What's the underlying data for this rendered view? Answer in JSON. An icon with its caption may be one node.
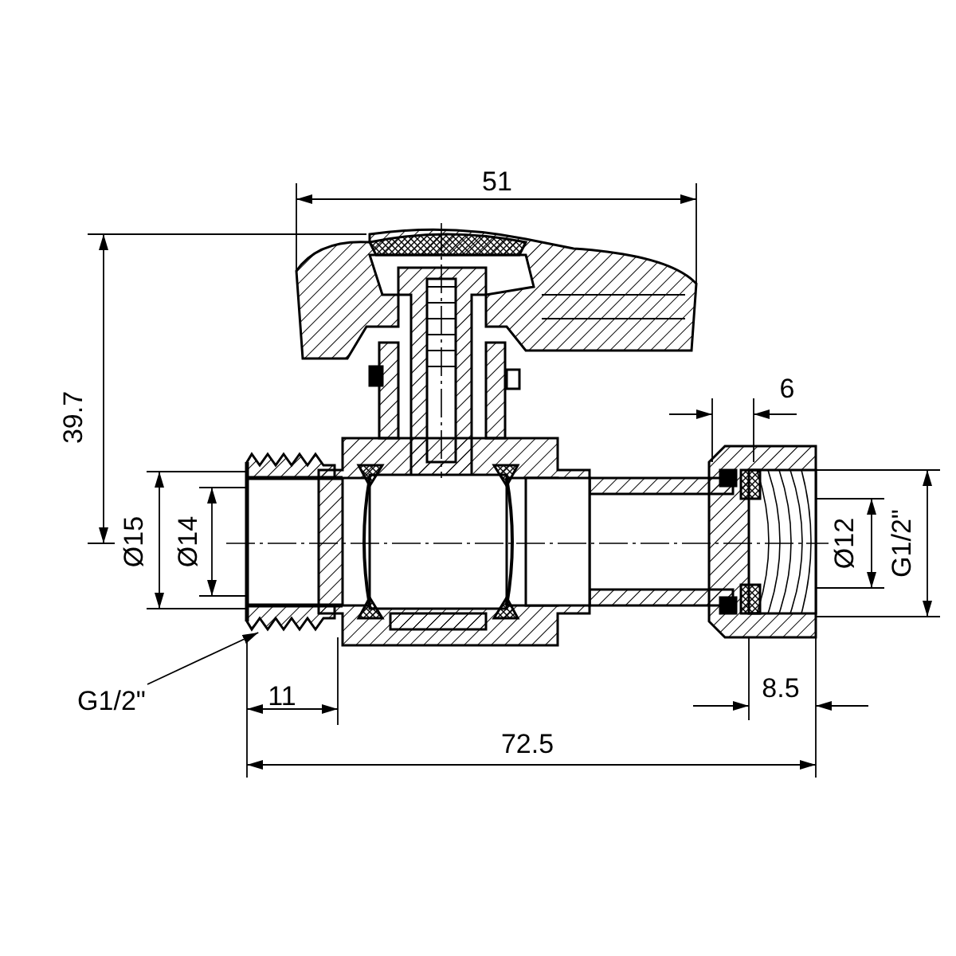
{
  "diagram": {
    "nodes": [
      {
        "text": [
          "G1/2\""
        ]
      },
      {
        "text": [],
        "shape": "bar"
      }
    ],
    "edges": [
      {
        "from": 0,
        "to": 1,
        "arrow": "to"
      }
    ],
    "labels": [
      "51",
      "39.7",
      "6",
      "Ø15",
      "Ø14",
      "Ø12",
      "G1/2\"",
      "11",
      "8.5",
      "72.5"
    ]
  }
}
